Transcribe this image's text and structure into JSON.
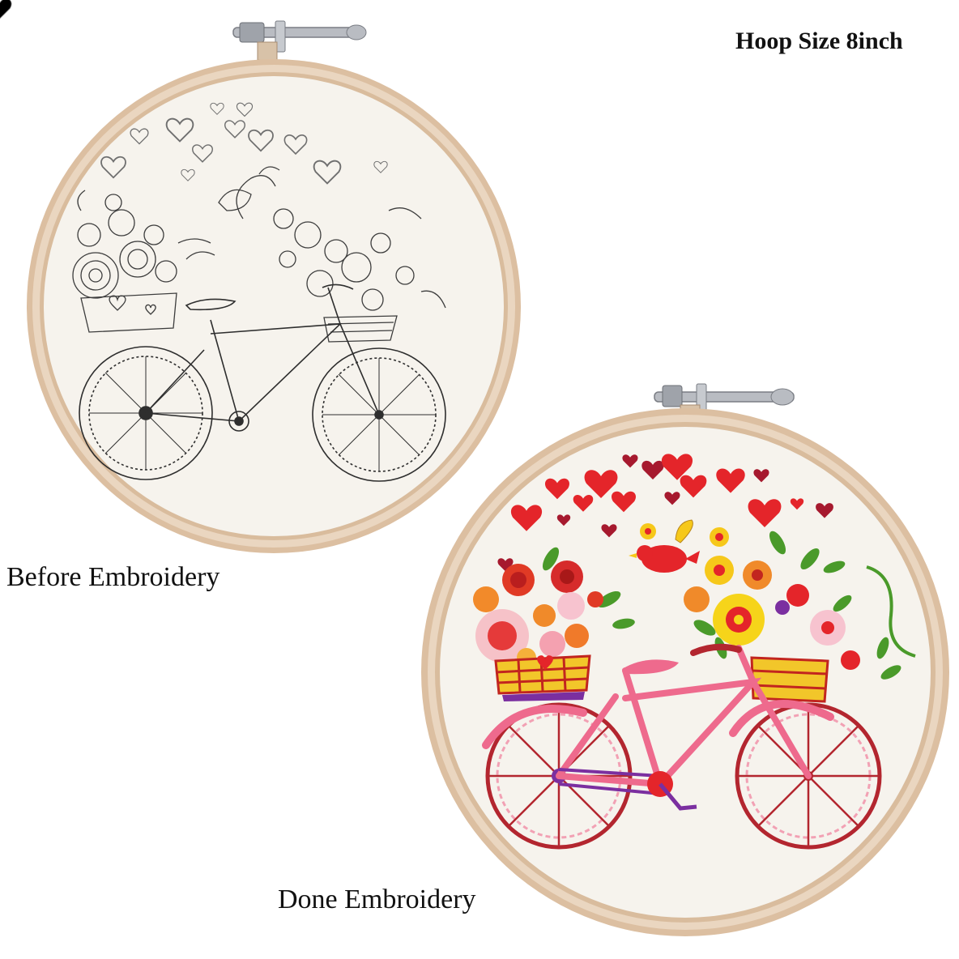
{
  "header": {
    "hoop_size": "Hoop Size 8inch"
  },
  "before": {
    "label": "Before Embroidery"
  },
  "done": {
    "label": "Done Embroidery"
  },
  "colors": {
    "hoop_wood": "#e6cdb3",
    "hoop_wood_dark": "#c9a88a",
    "fabric": "#f7f4ee",
    "ink": "#2b2b2b",
    "heart_red": "#e4252a",
    "heart_dark": "#a6192e",
    "bike_pink": "#ee6a8d",
    "wheel_red": "#b3262f",
    "leaf_green": "#4a9a2a",
    "flower_yellow": "#f6c81a",
    "basket_yellow": "#f2c62a"
  }
}
